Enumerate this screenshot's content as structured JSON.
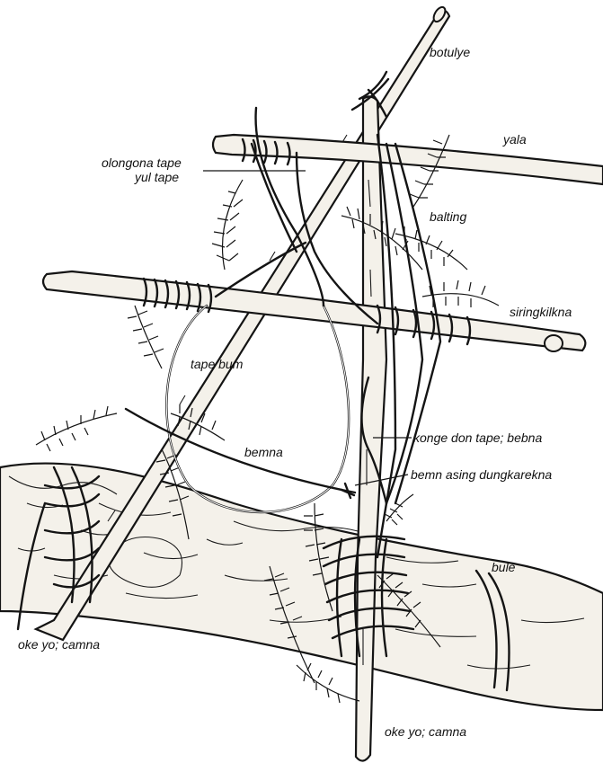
{
  "labels": {
    "botulye": "botulye",
    "yala": "yala",
    "olongona_tape": "olongona tape",
    "yul_tape": "yul tape",
    "balting": "balting",
    "siringkilkna": "siringkilkna",
    "tape_bum": "tape bum",
    "bemna": "bemna",
    "konge_don_tape_bebna": "konge don tape; bebna",
    "bemn_asing_dungkarekna": "bemn asing dungkarekna",
    "bule": "bule",
    "oke_yo_camna_left": "oke yo; camna",
    "oke_yo_camna_bottom": "oke yo; camna"
  }
}
